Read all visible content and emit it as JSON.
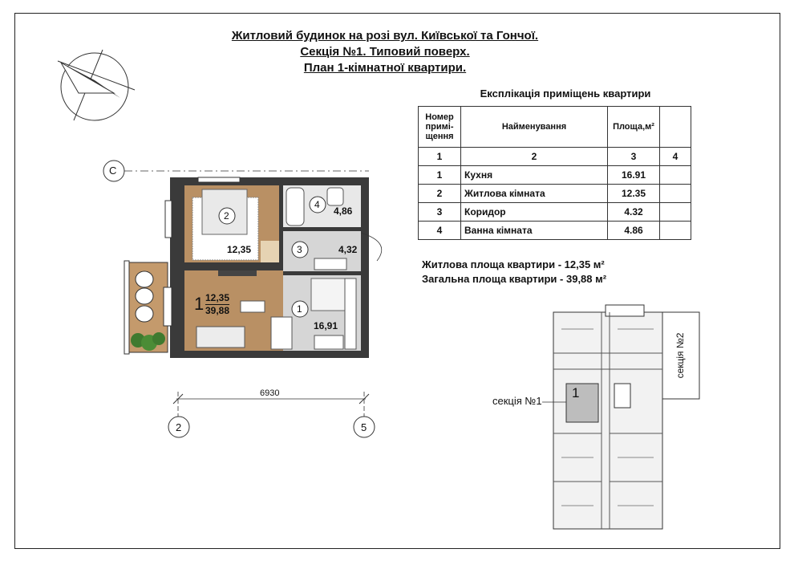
{
  "title": {
    "line1": "Житловий будинок  на розі вул. Київської та Гончої.",
    "line2": "Секція №1. Типовий поверх.",
    "line3": "План 1-кімнатної квартири."
  },
  "explication": {
    "title": "Експлікація приміщень квартири",
    "headers": {
      "number": "Номер примі-щення",
      "name": "Найменування",
      "area": "Площа,м²",
      "extra": ""
    },
    "index_row": [
      "1",
      "2",
      "3",
      "4"
    ],
    "rows": [
      {
        "num": "1",
        "name": "Кухня",
        "area": "16.91"
      },
      {
        "num": "2",
        "name": "Житлова кімната",
        "area": "12.35"
      },
      {
        "num": "3",
        "name": "Коридор",
        "area": "4.32"
      },
      {
        "num": "4",
        "name": "Ванна кімната",
        "area": "4.86"
      }
    ]
  },
  "summary": {
    "living": "Житлова площа квартири - 12,35 м²",
    "total": "Загальна площа квартири - 39,88 м²"
  },
  "plan": {
    "axis_c": "С",
    "axis_2": "2",
    "axis_5": "5",
    "dimension": "6930",
    "room1_num": "1",
    "room1_area": "16,91",
    "room2_num": "2",
    "room2_area": "12,35",
    "room3_num": "3",
    "room3_area": "4,32",
    "room4_num": "4",
    "room4_area": "4,86",
    "apt_num": "1",
    "apt_living": "12,35",
    "apt_total": "39,88"
  },
  "key_plan": {
    "section1": "секція №1",
    "section2": "секція №2",
    "apt_mark": "1"
  },
  "colors": {
    "wall": "#3a3a3a",
    "wood": "#b99064",
    "tile": "#d6d6d6",
    "highlight": "#bdbdbd"
  }
}
